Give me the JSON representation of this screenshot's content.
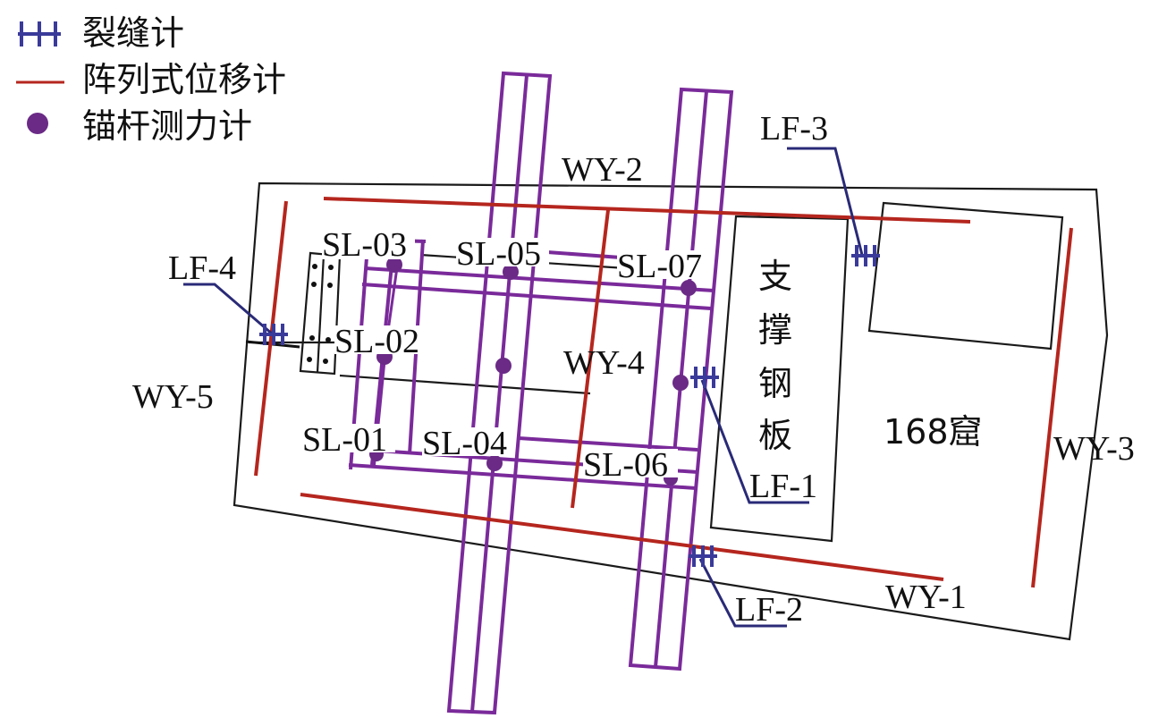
{
  "legend": {
    "crack_meter": "裂缝计",
    "array_displacement_meter": "阵列式位移计",
    "anchor_dynamometer": "锚杆测力计"
  },
  "colors": {
    "outline": "#1a1a1a",
    "anchor_bolt": "#7a2a9a",
    "displacement_meter": "#b5261e",
    "crack_meter": "#2a2a78",
    "dynamometer": "#6a2a86"
  },
  "crack_meters": {
    "lf1": "LF-1",
    "lf2": "LF-2",
    "lf3": "LF-3",
    "lf4": "LF-4"
  },
  "displacement_meters": {
    "wy1": "WY-1",
    "wy2": "WY-2",
    "wy3": "WY-3",
    "wy4": "WY-4",
    "wy5": "WY-5"
  },
  "dynamometers": {
    "sl01": "SL-01",
    "sl02": "SL-02",
    "sl03": "SL-03",
    "sl04": "SL-04",
    "sl05": "SL-05",
    "sl06": "SL-06",
    "sl07": "SL-07"
  },
  "labels": {
    "support_plate": [
      "支",
      "撑",
      "钢",
      "板"
    ],
    "cave": "168窟"
  }
}
